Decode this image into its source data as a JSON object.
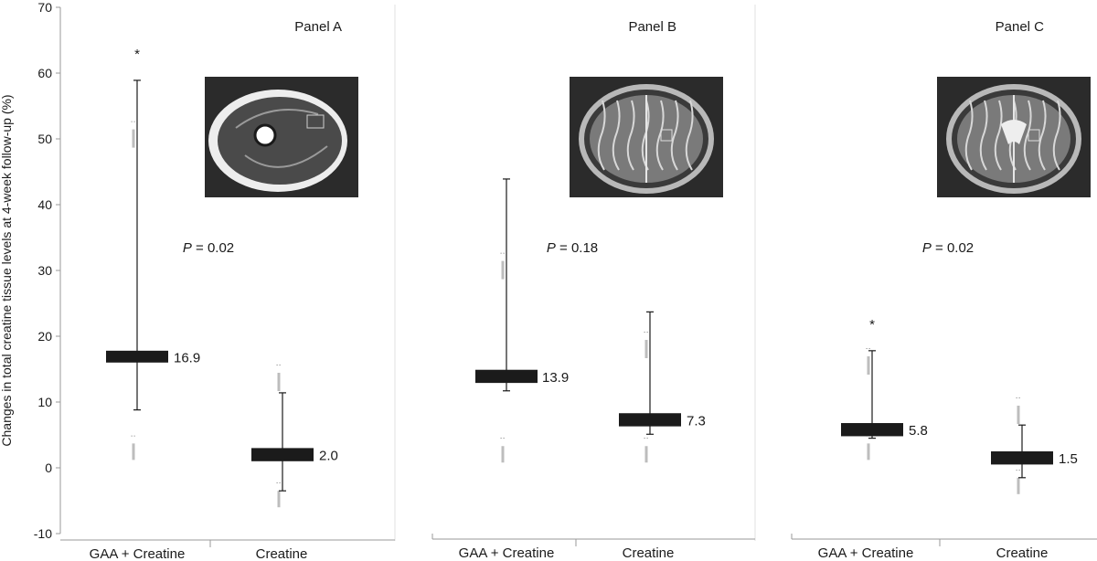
{
  "chart_data": {
    "type": "box",
    "ylabel": "Changes in total creatine tissue levels at 4-week follow-up (%)",
    "ylim": [
      -10,
      70
    ],
    "yticks": [
      -10,
      0,
      10,
      20,
      30,
      40,
      50,
      60,
      70
    ],
    "categories": [
      "GAA + Creatine",
      "Creatine"
    ],
    "grid": false,
    "panels": [
      {
        "title": "Panel A",
        "p_prefix": "P",
        "p_text": " = 0.02",
        "image": "thigh-mri-axial-slice",
        "boxes": [
          {
            "category": "GAA + Creatine",
            "median": 16.9,
            "label": "16.9",
            "q1": 16.0,
            "q3": 17.8,
            "min": 8.8,
            "max": 58.9,
            "p5": 1.2,
            "p95": 52.0,
            "star": "*"
          },
          {
            "category": "Creatine",
            "median": 2.0,
            "label": "2.0",
            "q1": 1.0,
            "q3": 3.0,
            "min": -3.5,
            "max": 11.4,
            "p5": -6.0,
            "p95": 15.0,
            "star": ""
          }
        ]
      },
      {
        "title": "Panel B",
        "p_prefix": "P",
        "p_text": " = 0.18",
        "image": "brain-mri-axial-slice",
        "boxes": [
          {
            "category": "GAA + Creatine",
            "median": 13.9,
            "label": "13.9",
            "q1": 12.9,
            "q3": 14.9,
            "min": 11.7,
            "max": 43.9,
            "p5": 0.8,
            "p95": 32.0,
            "star": ""
          },
          {
            "category": "Creatine",
            "median": 7.3,
            "label": "7.3",
            "q1": 6.3,
            "q3": 8.3,
            "min": 5.1,
            "max": 23.7,
            "p5": 0.8,
            "p95": 20.0,
            "star": ""
          }
        ]
      },
      {
        "title": "Panel C",
        "p_prefix": "P",
        "p_text": " = 0.02",
        "image": "brain-mri-axial-slice-ventricles",
        "boxes": [
          {
            "category": "GAA + Creatine",
            "median": 5.8,
            "label": "5.8",
            "q1": 4.8,
            "q3": 6.8,
            "min": 4.5,
            "max": 17.8,
            "p5": 1.2,
            "p95": 17.5,
            "star": "*"
          },
          {
            "category": "Creatine",
            "median": 1.5,
            "label": "1.5",
            "q1": 0.5,
            "q3": 2.5,
            "min": -1.5,
            "max": 6.5,
            "p5": -4.0,
            "p95": 10.0,
            "star": ""
          }
        ]
      }
    ]
  }
}
